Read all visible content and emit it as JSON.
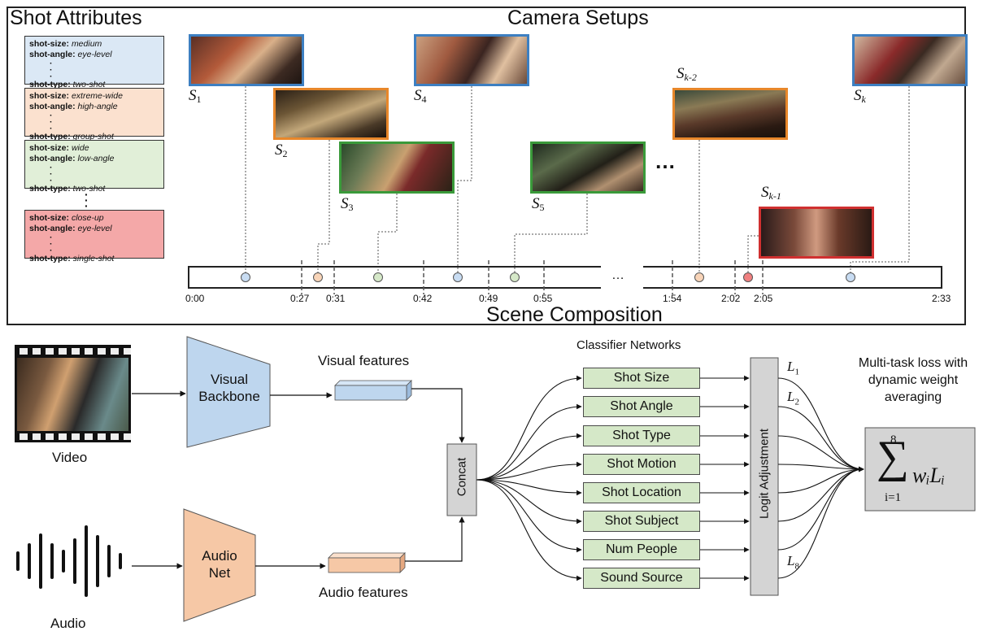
{
  "top": {
    "shot_attributes_title": "Shot Attributes",
    "camera_setups_title": "Camera Setups",
    "scene_composition_title": "Scene Composition",
    "attribute_groups": [
      {
        "size_key": "shot-size:",
        "size_val": "medium",
        "angle_key": "shot-angle:",
        "angle_val": "eye-level",
        "type_key": "shot-type:",
        "type_val": "two-shot",
        "color": "#dbe8f5"
      },
      {
        "size_key": "shot-size:",
        "size_val": "extreme-wide",
        "angle_key": "shot-angle:",
        "angle_val": "high-angle",
        "type_key": "shot-type:",
        "type_val": "group-shot",
        "color": "#fbe1cf"
      },
      {
        "size_key": "shot-size:",
        "size_val": "wide",
        "angle_key": "shot-angle:",
        "angle_val": "low-angle",
        "type_key": "shot-type:",
        "type_val": "two-shot",
        "color": "#e1efd8"
      },
      {
        "size_key": "shot-size:",
        "size_val": "close-up",
        "angle_key": "shot-angle:",
        "angle_val": "eye-level",
        "type_key": "shot-type:",
        "type_val": "single-shot",
        "color": "#f4a8a8"
      }
    ],
    "shots": [
      {
        "base": "S",
        "sub": "1"
      },
      {
        "base": "S",
        "sub": "2"
      },
      {
        "base": "S",
        "sub": "3"
      },
      {
        "base": "S",
        "sub": "4"
      },
      {
        "base": "S",
        "sub": "5"
      },
      {
        "base": "S",
        "sub": "k-2"
      },
      {
        "base": "S",
        "sub": "k-1"
      },
      {
        "base": "S",
        "sub": "k"
      }
    ],
    "ellipsis": "…",
    "timeline_ellipsis": "…",
    "ticks": [
      "0:00",
      "0:27",
      "0:31",
      "0:42",
      "0:49",
      "0:55",
      "1:54",
      "2:02",
      "2:05",
      "2:33"
    ]
  },
  "bottom": {
    "video_label": "Video",
    "audio_label": "Audio",
    "visual_backbone": "Visual Backbone",
    "visual_backbone_l1": "Visual",
    "visual_backbone_l2": "Backbone",
    "audio_net_l1": "Audio",
    "audio_net_l2": "Net",
    "visual_features": "Visual features",
    "audio_features": "Audio features",
    "concat": "Concat",
    "classifier_title": "Classifier Networks",
    "classifiers": [
      "Shot Size",
      "Shot Angle",
      "Shot Type",
      "Shot Motion",
      "Shot Location",
      "Shot Subject",
      "Num People",
      "Sound Source"
    ],
    "logit_adjustment": "Logit Adjustment",
    "loss_labels": [
      {
        "base": "L",
        "sub": "1"
      },
      {
        "base": "L",
        "sub": "2"
      },
      {
        "base": "L",
        "sub": "8"
      }
    ],
    "loss_title_l1": "Multi-task loss with",
    "loss_title_l2": "dynamic weight",
    "loss_title_l3": "averaging",
    "sum_upper": "8",
    "sum_lower": "i=1",
    "sum_symbol": "∑",
    "sum_term": "wᵢLᵢ"
  },
  "colors": {
    "blue": "#3d7fc1",
    "orange": "#e8872a",
    "green": "#3a9a3a",
    "red": "#d03030",
    "box_blue": "#bed6ee",
    "box_orange": "#f6c8a6",
    "box_green": "#d5e8c8",
    "box_gray": "#d4d4d4"
  }
}
